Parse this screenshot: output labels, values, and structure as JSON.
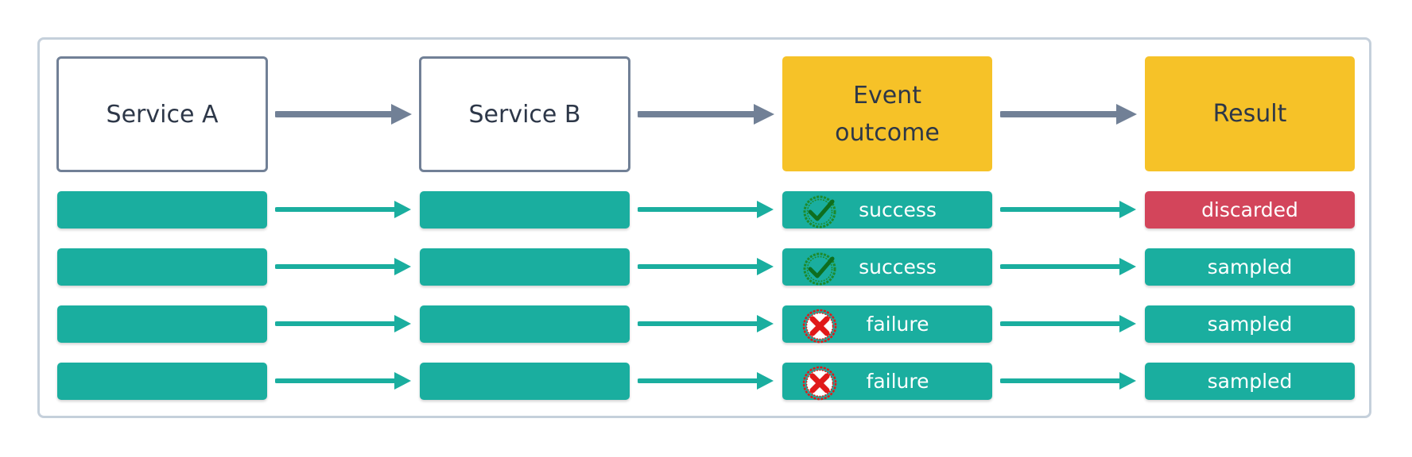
{
  "headers": [
    "Service A",
    "Service B",
    "Event outcome",
    "Result"
  ],
  "rows": [
    {
      "outcome": "success",
      "outcome_icon": "check-icon",
      "result": "discarded",
      "result_color": "#d3455b"
    },
    {
      "outcome": "success",
      "outcome_icon": "check-icon",
      "result": "sampled",
      "result_color": "#1aae9f"
    },
    {
      "outcome": "failure",
      "outcome_icon": "cross-icon",
      "result": "sampled",
      "result_color": "#1aae9f"
    },
    {
      "outcome": "failure",
      "outcome_icon": "cross-icon",
      "result": "sampled",
      "result_color": "#1aae9f"
    }
  ],
  "colors": {
    "header_border": "#718096",
    "header_accent": "#f6c228",
    "bar": "#1aae9f",
    "discarded": "#d3455b",
    "arrow_gray": "#718096",
    "arrow_teal": "#1aae9f",
    "frame_border": "#c5d0db"
  }
}
